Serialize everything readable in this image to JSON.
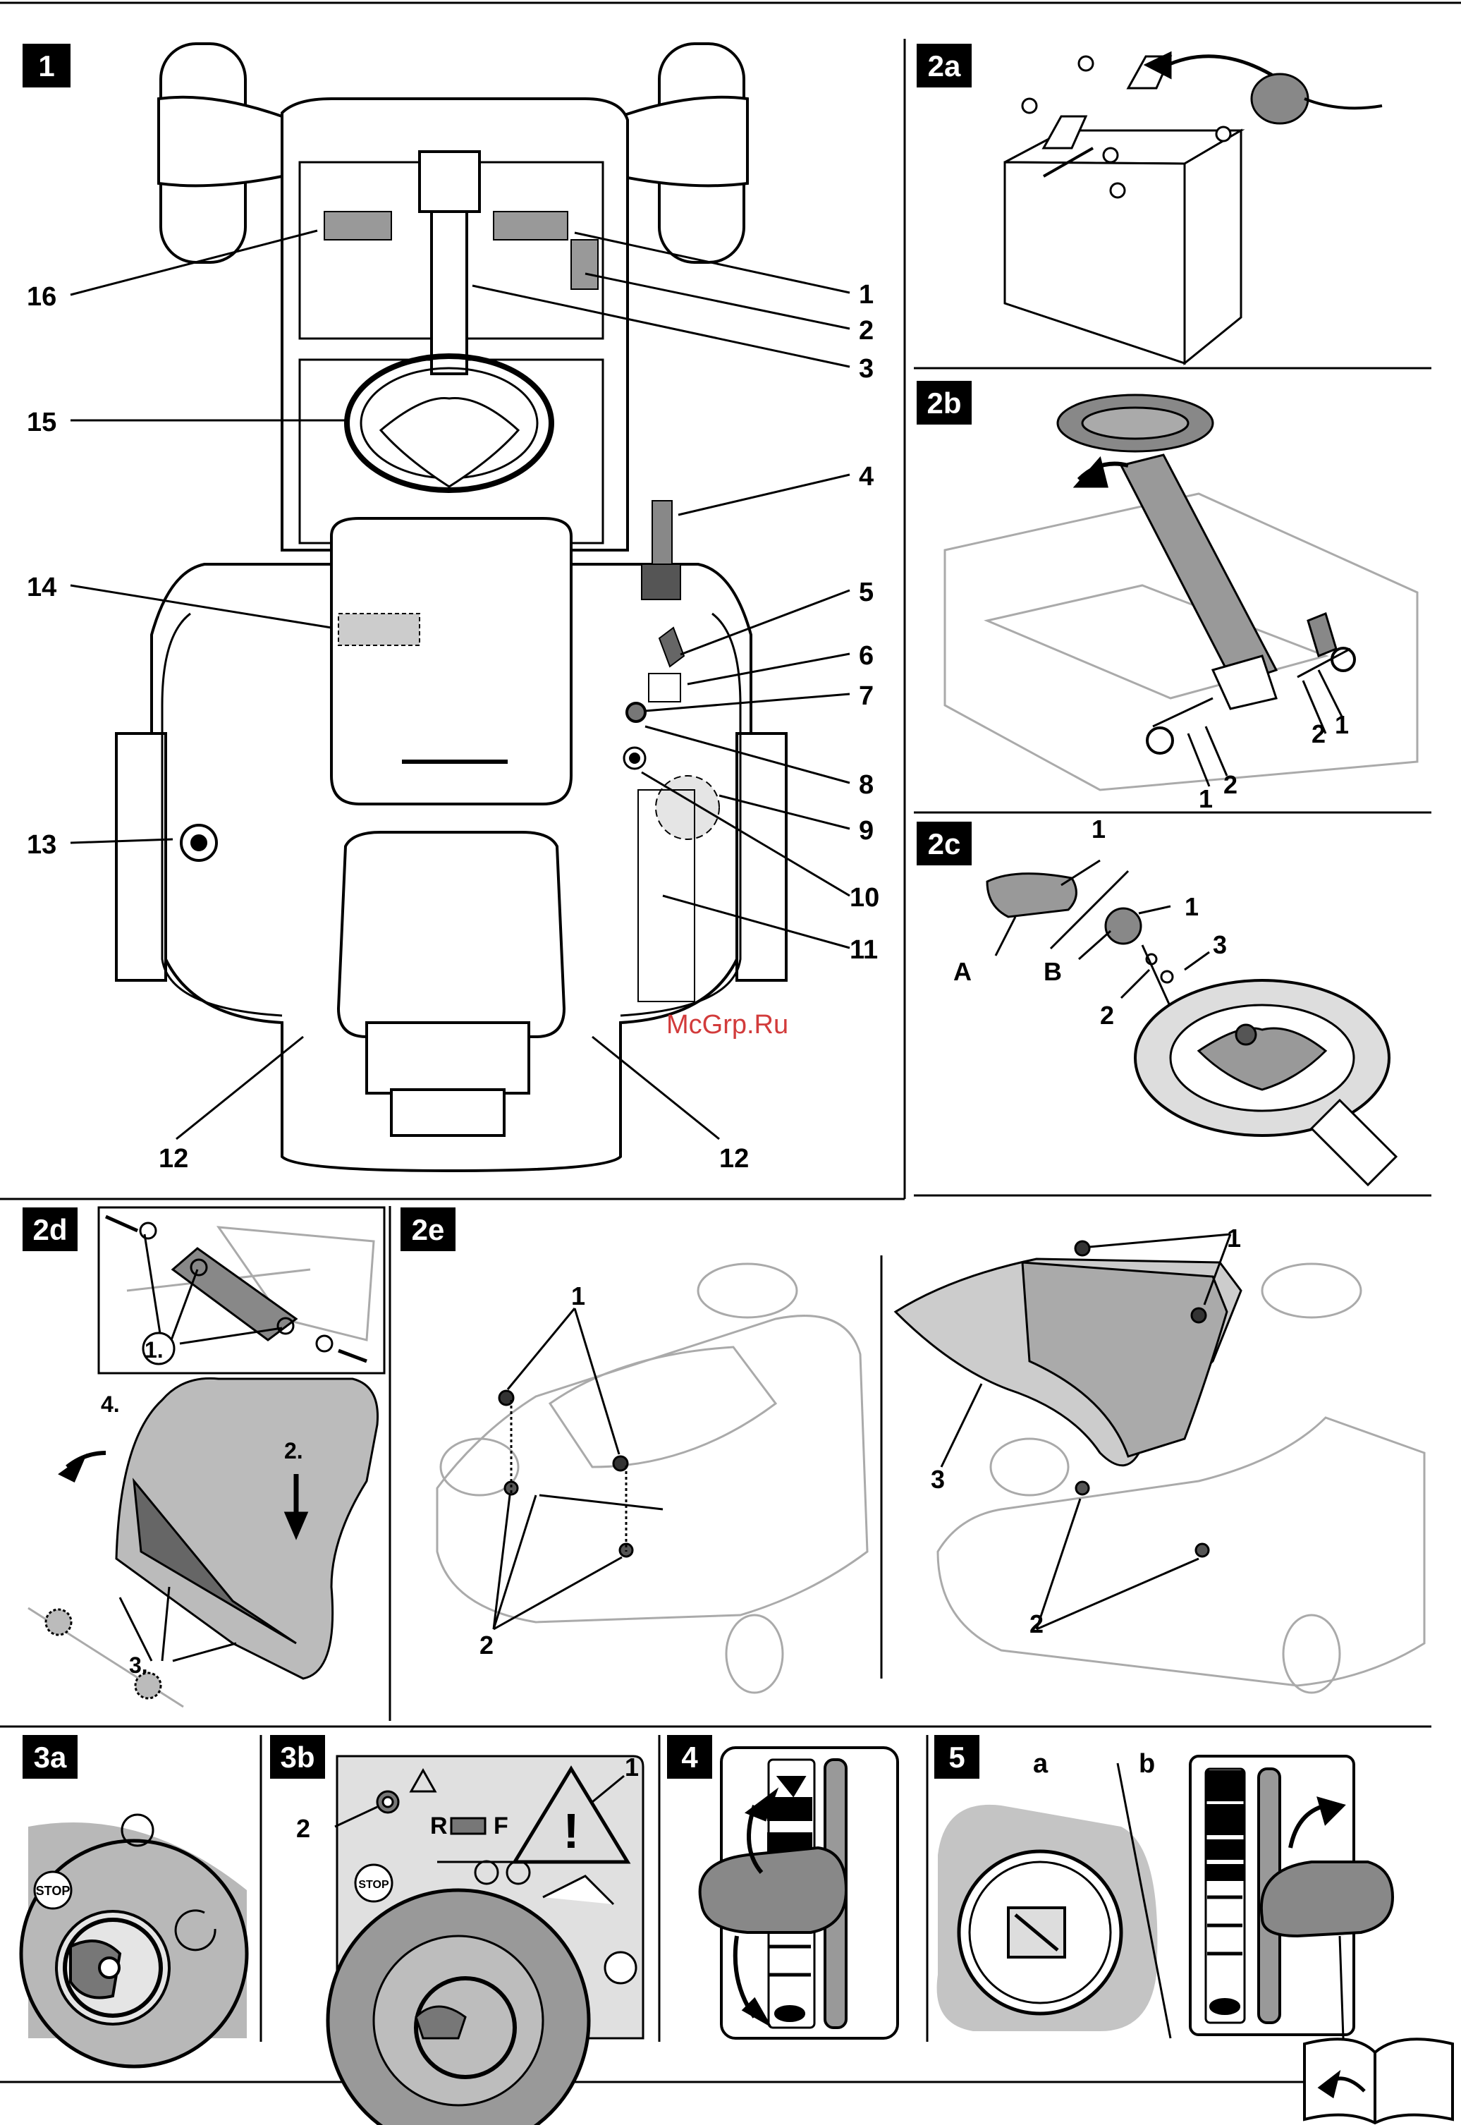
{
  "panels": {
    "p1": {
      "tag": "1"
    },
    "p2a": {
      "tag": "2a"
    },
    "p2b": {
      "tag": "2b"
    },
    "p2c": {
      "tag": "2c"
    },
    "p2d": {
      "tag": "2d"
    },
    "p2e": {
      "tag": "2e"
    },
    "p3a": {
      "tag": "3a"
    },
    "p3b": {
      "tag": "3b"
    },
    "p4": {
      "tag": "4"
    },
    "p5": {
      "tag": "5"
    }
  },
  "callouts": {
    "p1": [
      "1",
      "2",
      "3",
      "4",
      "5",
      "6",
      "7",
      "8",
      "9",
      "10",
      "11",
      "12",
      "12",
      "13",
      "14",
      "15",
      "16"
    ],
    "p2b": [
      "1",
      "2",
      "2",
      "1"
    ],
    "p2c": [
      "1",
      "1",
      "3",
      "2",
      "A",
      "B"
    ],
    "p2d": [
      "1.",
      "2.",
      "3.",
      "4."
    ],
    "p2e": [
      "1",
      "2",
      "1",
      "2",
      "3"
    ],
    "p3b": [
      "1",
      "2"
    ],
    "p5": [
      "a",
      "b"
    ]
  },
  "watermark": "McGrp.Ru",
  "colors": {
    "tag_bg": "#000000",
    "tag_fg": "#ffffff",
    "line": "#000000",
    "gray": "#8a8a8a",
    "light_gray": "#d9d9d9",
    "watermark": "#d23b3b"
  },
  "icons": [
    "steering-wheel-icon",
    "battery-icon",
    "ignition-key-icon",
    "throttle-lever-icon",
    "book-icon",
    "stop-icon",
    "warning-icon"
  ]
}
